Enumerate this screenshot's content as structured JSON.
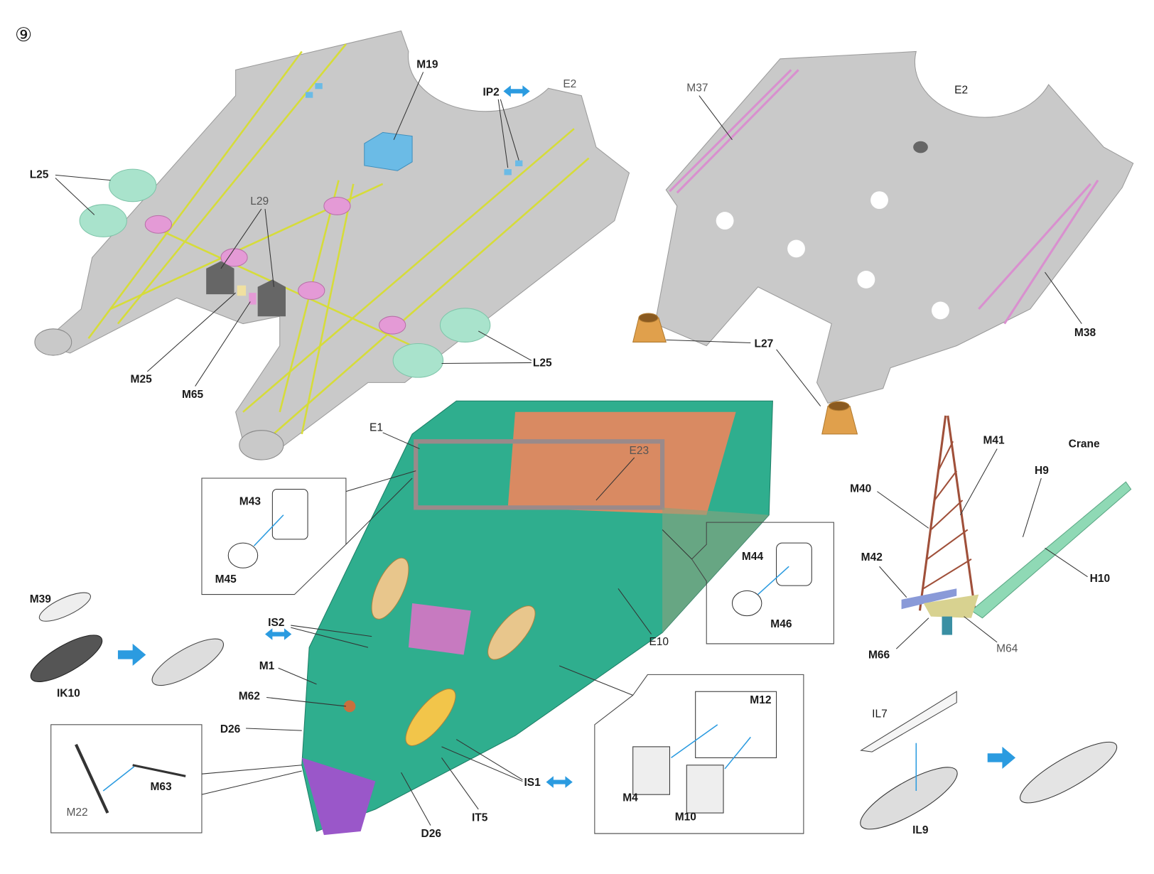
{
  "step": "⑨",
  "colors": {
    "deck": "#c9c9c9",
    "hull": "#2fae8e",
    "accent_arrow": "#2b9be0",
    "rails": "#d6dc3a",
    "pink": "#e49ad6",
    "teal_disc": "#a9e3cc",
    "orange": "#e0a04c"
  },
  "labels": {
    "m19": "M19",
    "ip2": "IP2",
    "e2_left": "E2",
    "l25_left": "L25",
    "l29": "L29",
    "m25": "M25",
    "m65": "M65",
    "l25_right": "L25",
    "m37": "M37",
    "e2_right": "E2",
    "l27": "L27",
    "m38": "M38",
    "crane": "Crane",
    "m41": "M41",
    "h9": "H9",
    "m40": "M40",
    "m42": "M42",
    "h10": "H10",
    "m66": "M66",
    "m64": "M64",
    "e1": "E1",
    "e23": "E23",
    "m43": "M43",
    "m45": "M45",
    "m44": "M44",
    "m46": "M46",
    "e10": "E10",
    "m39": "M39",
    "ik10": "IK10",
    "is2": "IS2",
    "m1": "M1",
    "m62": "M62",
    "d26_a": "D26",
    "m12": "M12",
    "m63": "M63",
    "m22": "M22",
    "is1": "IS1",
    "m4": "M4",
    "m10": "M10",
    "it5": "IT5",
    "d26_b": "D26",
    "il7": "IL7",
    "il9": "IL9"
  }
}
